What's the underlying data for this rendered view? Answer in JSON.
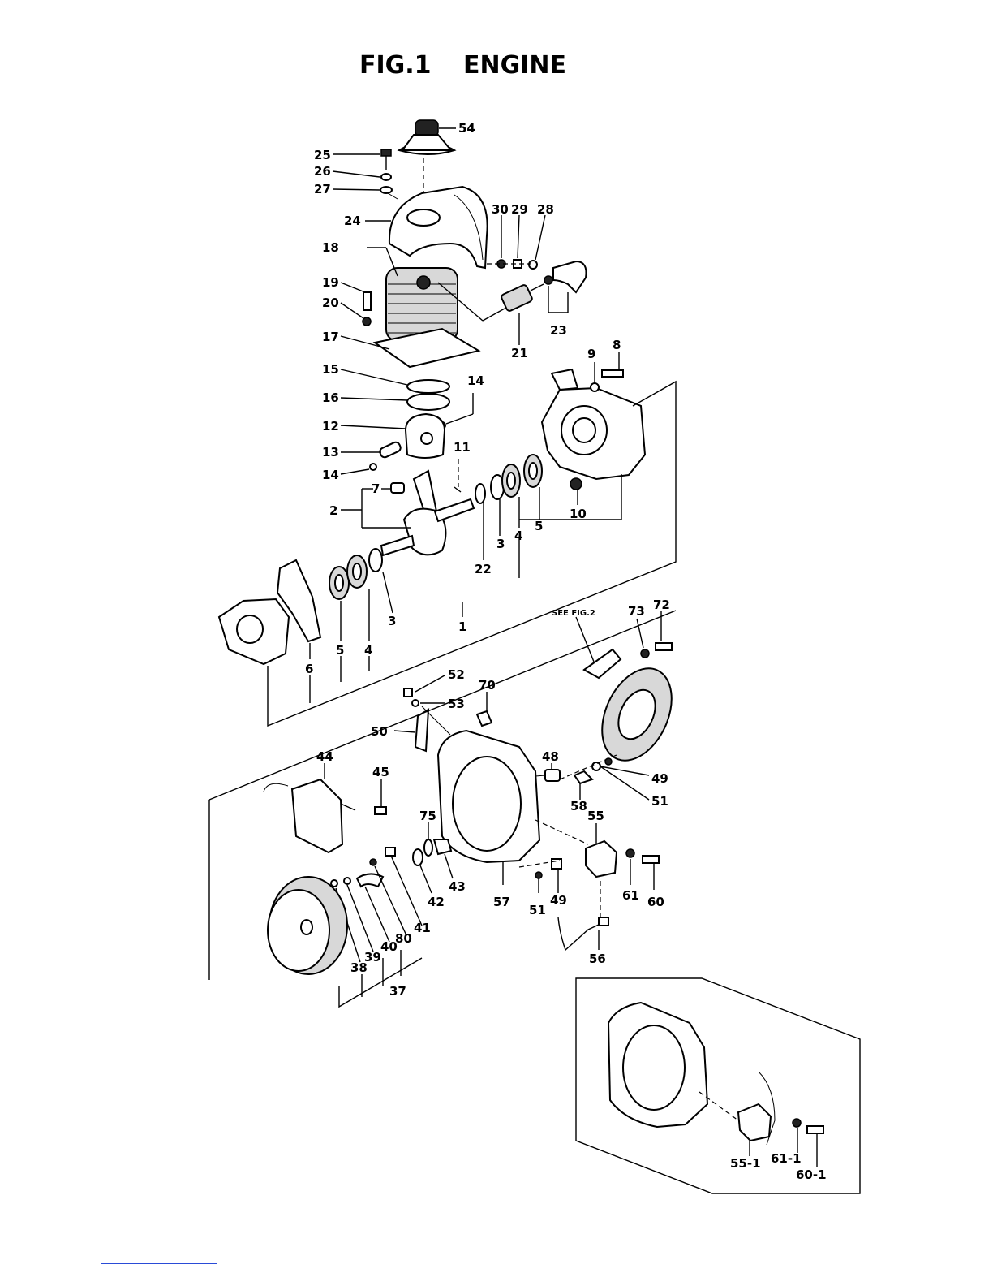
{
  "figure": {
    "title": "FIG.1",
    "subtitle": "ENGINE"
  },
  "see_fig2": "SEE FIG.2",
  "labels": [
    "54",
    "25",
    "26",
    "27",
    "30",
    "29",
    "28",
    "24",
    "18",
    "19",
    "20",
    "21",
    "23",
    "17",
    "9",
    "8",
    "15",
    "14",
    "16",
    "12",
    "11",
    "13",
    "14",
    "10",
    "7",
    "2",
    "3",
    "4",
    "5",
    "22",
    "5",
    "4",
    "3",
    "1",
    "6",
    "73",
    "72",
    "52",
    "70",
    "53",
    "50",
    "48",
    "44",
    "45",
    "49",
    "58",
    "51",
    "75",
    "55",
    "43",
    "42",
    "57",
    "51",
    "49",
    "61",
    "60",
    "41",
    "80",
    "40",
    "39",
    "38",
    "56",
    "37",
    "55-1",
    "61-1",
    "60-1"
  ]
}
